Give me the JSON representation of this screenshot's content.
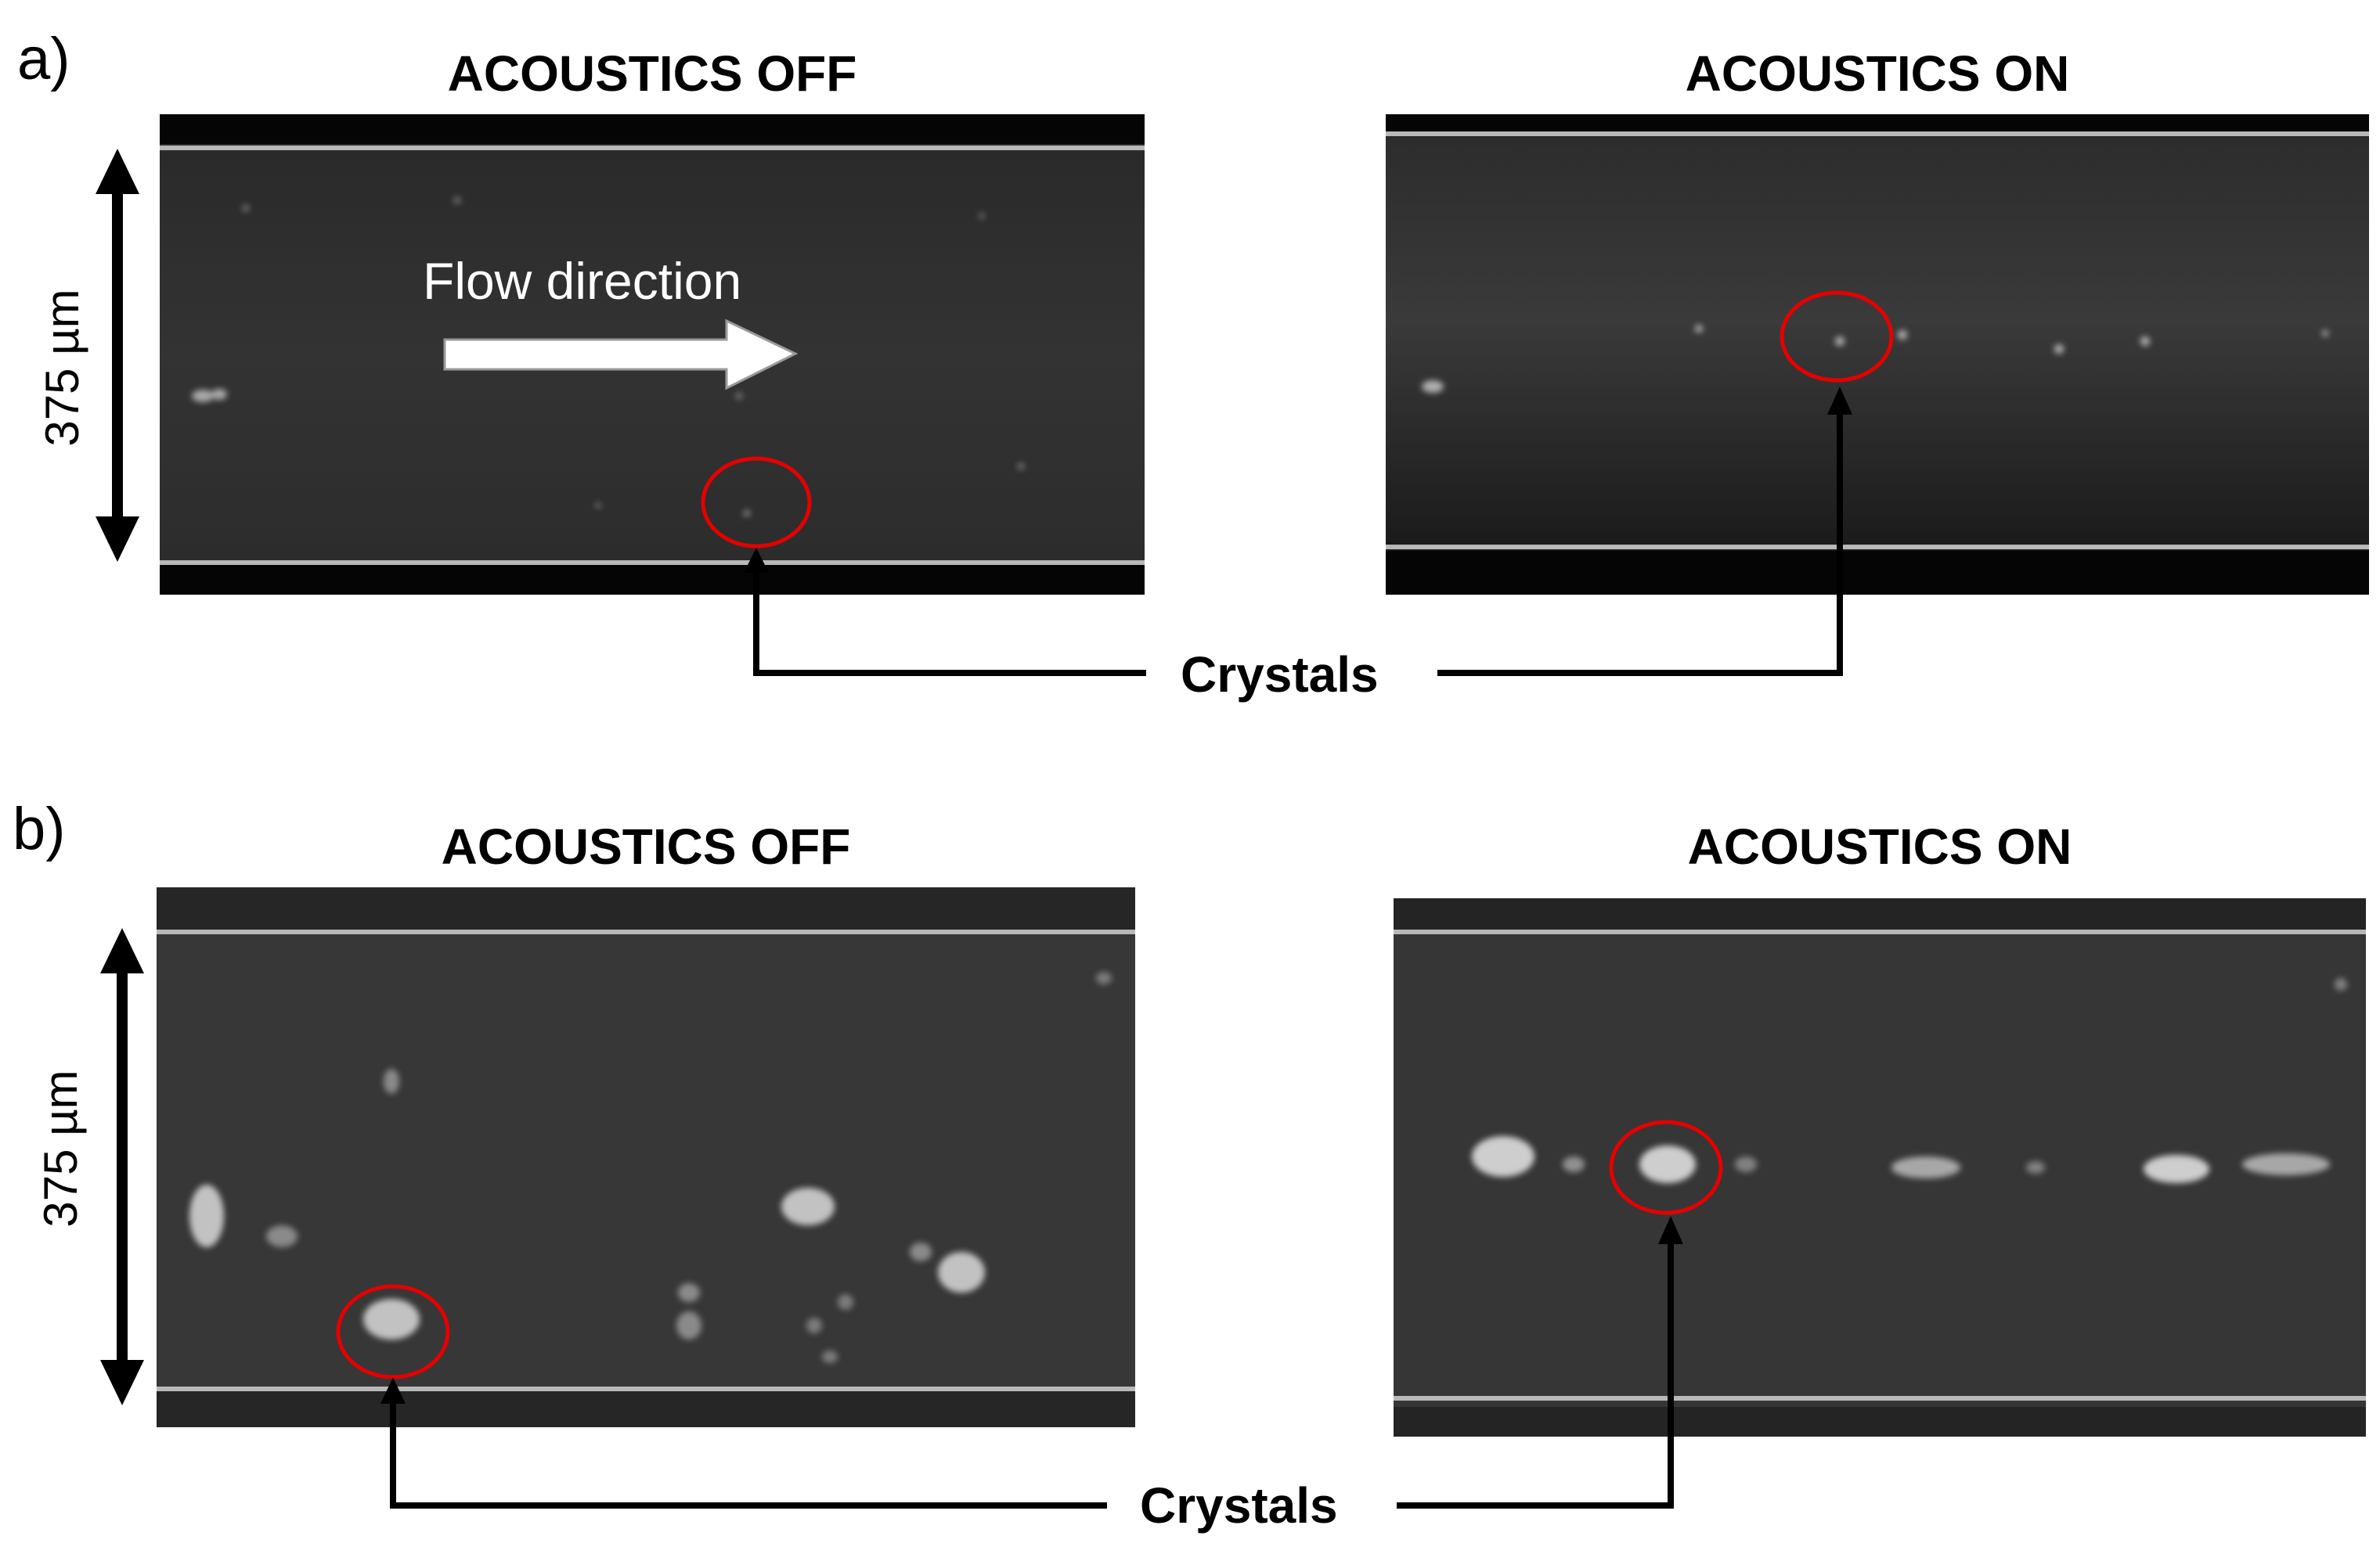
{
  "figure": {
    "panel_a": {
      "label": "a)",
      "left_title": "ACOUSTICS OFF",
      "right_title": "ACOUSTICS ON",
      "scale_label": "375 µm",
      "flow_label": "Flow direction",
      "annotation_label": "Crystals"
    },
    "panel_b": {
      "label": "b)",
      "left_title": "ACOUSTICS OFF",
      "right_title": "ACOUSTICS ON",
      "scale_label": "375 µm",
      "annotation_label": "Crystals"
    },
    "colors": {
      "highlight_circle": "#e60000",
      "channel_wall": "#b8b8b8",
      "arrow": "#000000",
      "flow_arrow": "#ffffff"
    }
  }
}
